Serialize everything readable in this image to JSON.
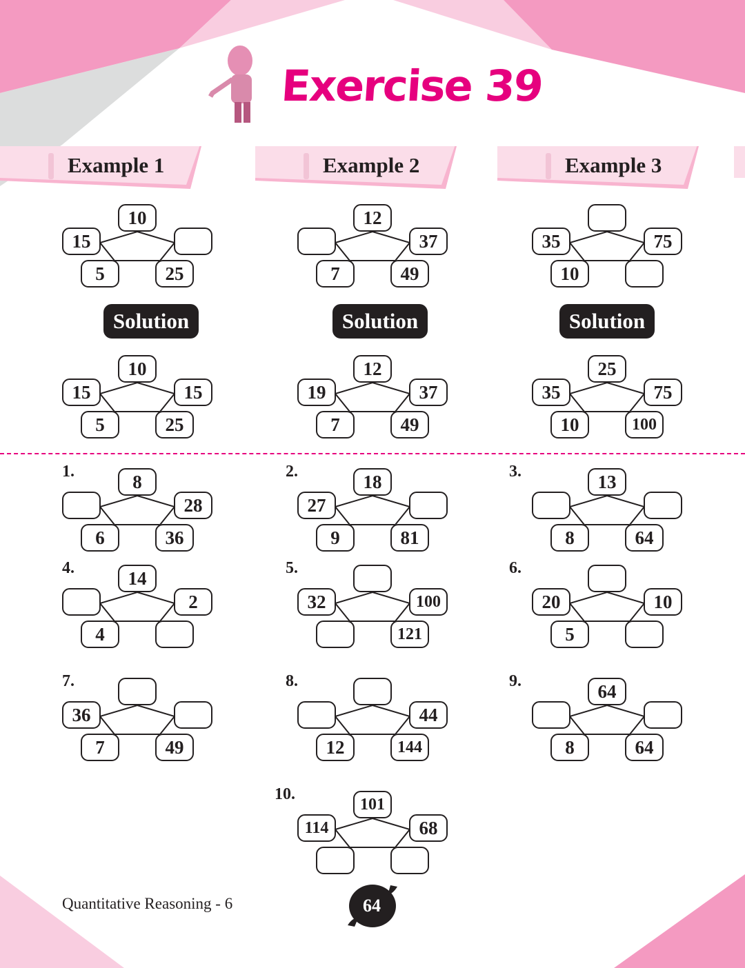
{
  "header": {
    "title": "Exercise 39"
  },
  "examples": [
    {
      "label": "Example 1",
      "solution_label": "Solution"
    },
    {
      "label": "Example 2",
      "solution_label": "Solution"
    },
    {
      "label": "Example 3",
      "solution_label": "Solution"
    }
  ],
  "example_puzzles": [
    {
      "top": "10",
      "left": "15",
      "right": "",
      "bl": "5",
      "br": "25"
    },
    {
      "top": "12",
      "left": "",
      "right": "37",
      "bl": "7",
      "br": "49"
    },
    {
      "top": "",
      "left": "35",
      "right": "75",
      "bl": "10",
      "br": ""
    }
  ],
  "solution_puzzles": [
    {
      "top": "10",
      "left": "15",
      "right": "15",
      "bl": "5",
      "br": "25"
    },
    {
      "top": "12",
      "left": "19",
      "right": "37",
      "bl": "7",
      "br": "49"
    },
    {
      "top": "25",
      "left": "35",
      "right": "75",
      "bl": "10",
      "br": "100"
    }
  ],
  "exercises": [
    {
      "num": "1.",
      "top": "8",
      "left": "",
      "right": "28",
      "bl": "6",
      "br": "36"
    },
    {
      "num": "2.",
      "top": "18",
      "left": "27",
      "right": "",
      "bl": "9",
      "br": "81"
    },
    {
      "num": "3.",
      "top": "13",
      "left": "",
      "right": "",
      "bl": "8",
      "br": "64"
    },
    {
      "num": "4.",
      "top": "14",
      "left": "",
      "right": "2",
      "bl": "4",
      "br": ""
    },
    {
      "num": "5.",
      "top": "",
      "left": "32",
      "right": "100",
      "bl": "",
      "br": "121"
    },
    {
      "num": "6.",
      "top": "",
      "left": "20",
      "right": "10",
      "bl": "5",
      "br": ""
    },
    {
      "num": "7.",
      "top": "",
      "left": "36",
      "right": "",
      "bl": "7",
      "br": "49"
    },
    {
      "num": "8.",
      "top": "",
      "left": "",
      "right": "44",
      "bl": "12",
      "br": "144"
    },
    {
      "num": "9.",
      "top": "64",
      "left": "",
      "right": "",
      "bl": "8",
      "br": "64"
    },
    {
      "num": "10.",
      "top": "101",
      "left": "114",
      "right": "68",
      "bl": "",
      "br": ""
    }
  ],
  "footer": {
    "book": "Quantitative Reasoning - 6",
    "page": "64"
  },
  "colors": {
    "accent": "#e6007e",
    "pink": "#f49ac1",
    "light_pink": "#f9cde0",
    "grey": "#dcdddd"
  }
}
